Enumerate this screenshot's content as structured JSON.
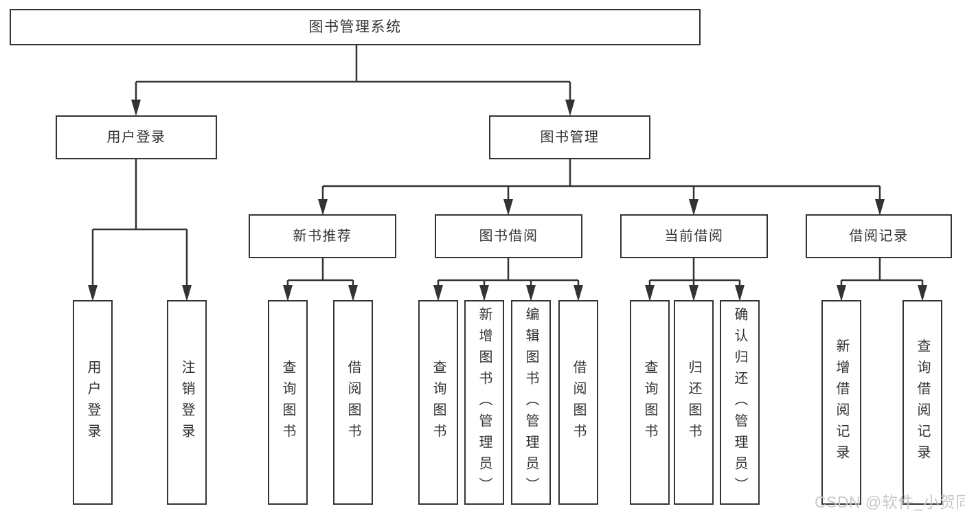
{
  "nodes": {
    "root": {
      "label": "图书管理系统"
    },
    "user_login": {
      "label": "用户登录"
    },
    "book_mgmt": {
      "label": "图书管理"
    },
    "new_book_rec": {
      "label": "新书推荐"
    },
    "book_borrow": {
      "label": "图书借阅"
    },
    "current_borrow": {
      "label": "当前借阅"
    },
    "borrow_record": {
      "label": "借阅记录"
    },
    "leaf_user_login": {
      "label": "用户登录"
    },
    "leaf_logout_login": {
      "label": "注销登录"
    },
    "leaf_nbr_query_book": {
      "label": "查询图书"
    },
    "leaf_nbr_borrow_book": {
      "label": "借阅图书"
    },
    "leaf_bb_query_book": {
      "label": "查询图书"
    },
    "leaf_bb_add_book": {
      "label": "新增图书（管理员）"
    },
    "leaf_bb_edit_book": {
      "label": "编辑图书（管理员）"
    },
    "leaf_bb_borrow_book": {
      "label": "借阅图书"
    },
    "leaf_cb_query_book": {
      "label": "查询图书"
    },
    "leaf_cb_return_book": {
      "label": "归还图书"
    },
    "leaf_cb_confirm_return": {
      "label": "确认归还（管理员）"
    },
    "leaf_br_add_record": {
      "label": "新增借阅记录"
    },
    "leaf_br_query_record": {
      "label": "查询借阅记录"
    }
  },
  "edges": [
    {
      "from": "图书管理系统",
      "to": [
        "用户登录",
        "图书管理"
      ]
    },
    {
      "from": "用户登录",
      "to": [
        "用户登录",
        "注销登录"
      ]
    },
    {
      "from": "图书管理",
      "to": [
        "新书推荐",
        "图书借阅",
        "当前借阅",
        "借阅记录"
      ]
    },
    {
      "from": "新书推荐",
      "to": [
        "查询图书",
        "借阅图书"
      ]
    },
    {
      "from": "图书借阅",
      "to": [
        "查询图书",
        "新增图书（管理员）",
        "编辑图书（管理员）",
        "借阅图书"
      ]
    },
    {
      "from": "当前借阅",
      "to": [
        "查询图书",
        "归还图书",
        "确认归还（管理员）"
      ]
    },
    {
      "from": "借阅记录",
      "to": [
        "新增借阅记录",
        "查询借阅记录"
      ]
    }
  ],
  "watermark": {
    "text": "CSDN @软件_小贺同学"
  },
  "colors": {
    "line": "#333333",
    "text": "#333333",
    "box_background": "#ffffff",
    "watermark": "#c8c8c8"
  }
}
